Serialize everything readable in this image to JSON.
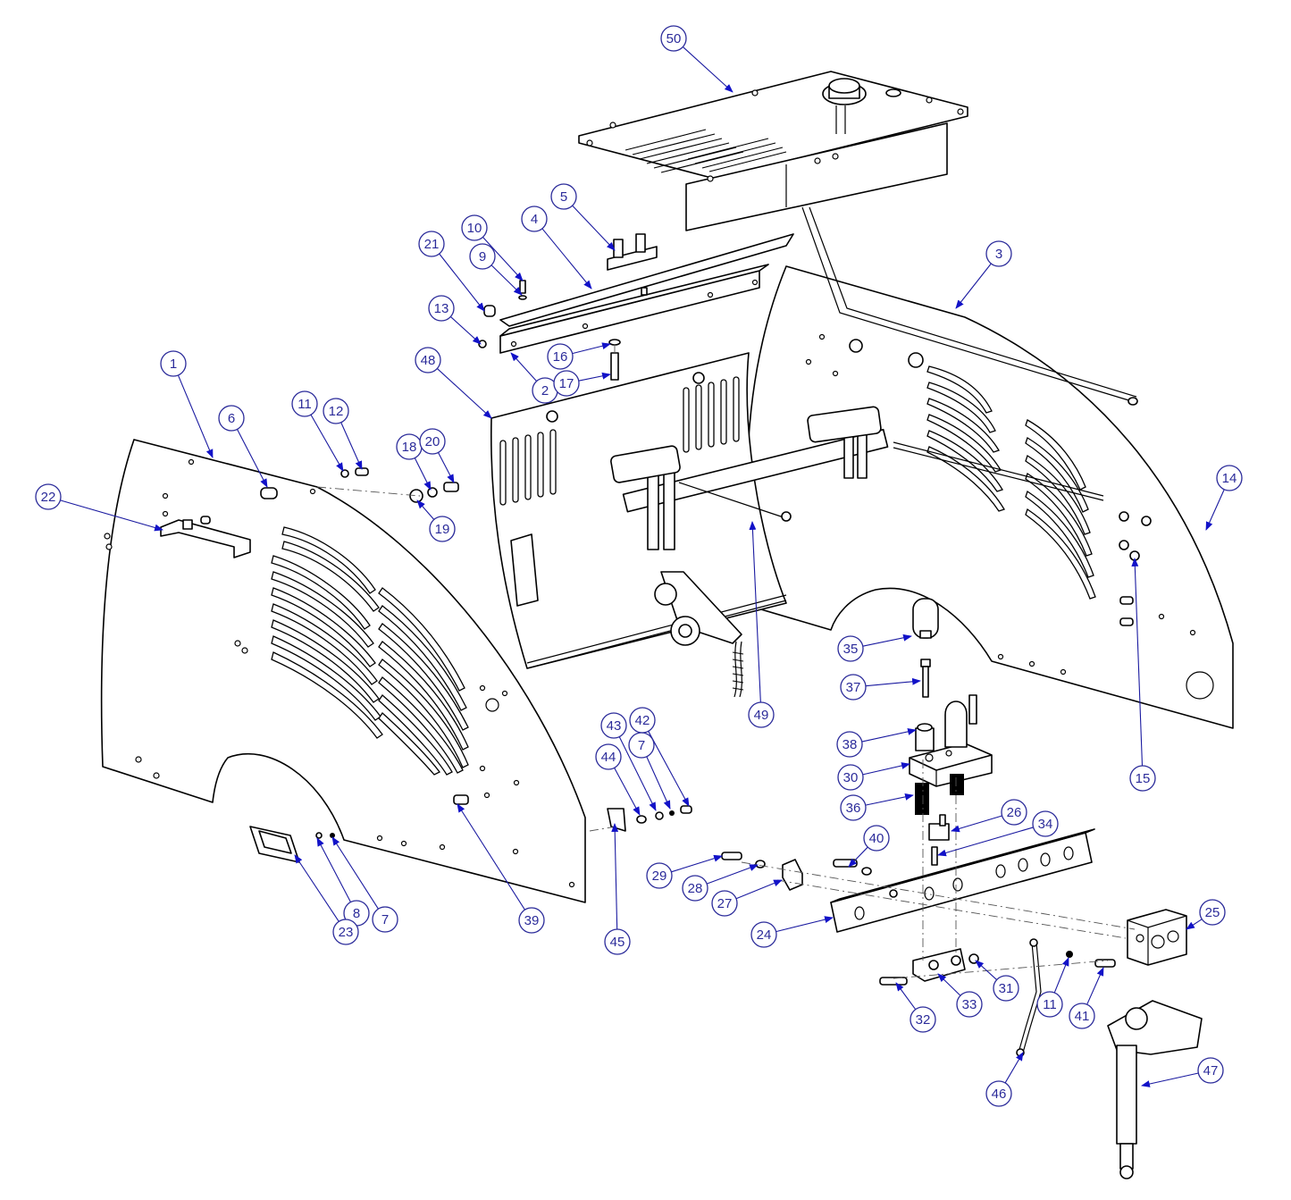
{
  "diagram": {
    "type": "exploded-assembly-view",
    "callouts": [
      {
        "id": "c1",
        "label": "1"
      },
      {
        "id": "c2",
        "label": "2"
      },
      {
        "id": "c3",
        "label": "3"
      },
      {
        "id": "c4",
        "label": "4"
      },
      {
        "id": "c5",
        "label": "5"
      },
      {
        "id": "c6",
        "label": "6"
      },
      {
        "id": "c7a",
        "label": "7"
      },
      {
        "id": "c7b",
        "label": "7"
      },
      {
        "id": "c8",
        "label": "8"
      },
      {
        "id": "c9",
        "label": "9"
      },
      {
        "id": "c10",
        "label": "10"
      },
      {
        "id": "c11a",
        "label": "11"
      },
      {
        "id": "c11b",
        "label": "11"
      },
      {
        "id": "c12",
        "label": "12"
      },
      {
        "id": "c13",
        "label": "13"
      },
      {
        "id": "c14",
        "label": "14"
      },
      {
        "id": "c15",
        "label": "15"
      },
      {
        "id": "c16",
        "label": "16"
      },
      {
        "id": "c17",
        "label": "17"
      },
      {
        "id": "c18",
        "label": "18"
      },
      {
        "id": "c19",
        "label": "19"
      },
      {
        "id": "c20",
        "label": "20"
      },
      {
        "id": "c21",
        "label": "21"
      },
      {
        "id": "c22",
        "label": "22"
      },
      {
        "id": "c23",
        "label": "23"
      },
      {
        "id": "c24",
        "label": "24"
      },
      {
        "id": "c25",
        "label": "25"
      },
      {
        "id": "c26",
        "label": "26"
      },
      {
        "id": "c27",
        "label": "27"
      },
      {
        "id": "c28",
        "label": "28"
      },
      {
        "id": "c29",
        "label": "29"
      },
      {
        "id": "c30",
        "label": "30"
      },
      {
        "id": "c31",
        "label": "31"
      },
      {
        "id": "c32",
        "label": "32"
      },
      {
        "id": "c33",
        "label": "33"
      },
      {
        "id": "c34",
        "label": "34"
      },
      {
        "id": "c35",
        "label": "35"
      },
      {
        "id": "c36",
        "label": "36"
      },
      {
        "id": "c37",
        "label": "37"
      },
      {
        "id": "c38",
        "label": "38"
      },
      {
        "id": "c39",
        "label": "39"
      },
      {
        "id": "c40",
        "label": "40"
      },
      {
        "id": "c41",
        "label": "41"
      },
      {
        "id": "c42",
        "label": "42"
      },
      {
        "id": "c43",
        "label": "43"
      },
      {
        "id": "c44",
        "label": "44"
      },
      {
        "id": "c45",
        "label": "45"
      },
      {
        "id": "c46",
        "label": "46"
      },
      {
        "id": "c47",
        "label": "47"
      },
      {
        "id": "c48",
        "label": "48"
      },
      {
        "id": "c49",
        "label": "49"
      },
      {
        "id": "c50",
        "label": "50"
      }
    ],
    "colors": {
      "callout": "#2b2b9a",
      "leader": "#1a1aa0",
      "arrowhead": "#1212c8",
      "line": "#000000"
    }
  }
}
